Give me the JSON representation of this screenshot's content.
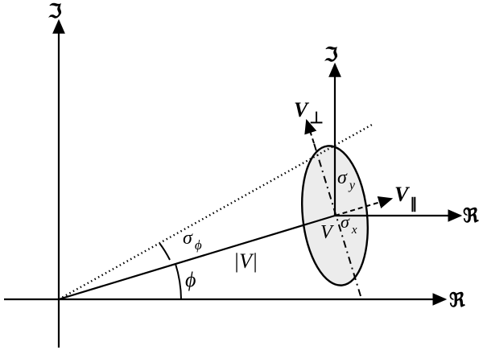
{
  "axes": {
    "main_imag_label": "ℑ",
    "main_real_label": "ℜ",
    "local_imag_label": "ℑ",
    "local_real_label": "ℜ"
  },
  "labels": {
    "v_perp_letter": "V",
    "v_perp_sub": "⊥",
    "v_par_letter": "V",
    "v_par_sub": "∥",
    "magnitude": "|V|",
    "phase": "ϕ",
    "sigma_phi_letter": "σ",
    "sigma_phi_sub": "ϕ",
    "sigma_y_letter": "σ",
    "sigma_y_sub": "y",
    "sigma_x_letter": "σ",
    "sigma_x_sub": "x",
    "v_point": "V"
  },
  "colors": {
    "ink": "#000000",
    "ellipse_fill": "#ececec"
  }
}
